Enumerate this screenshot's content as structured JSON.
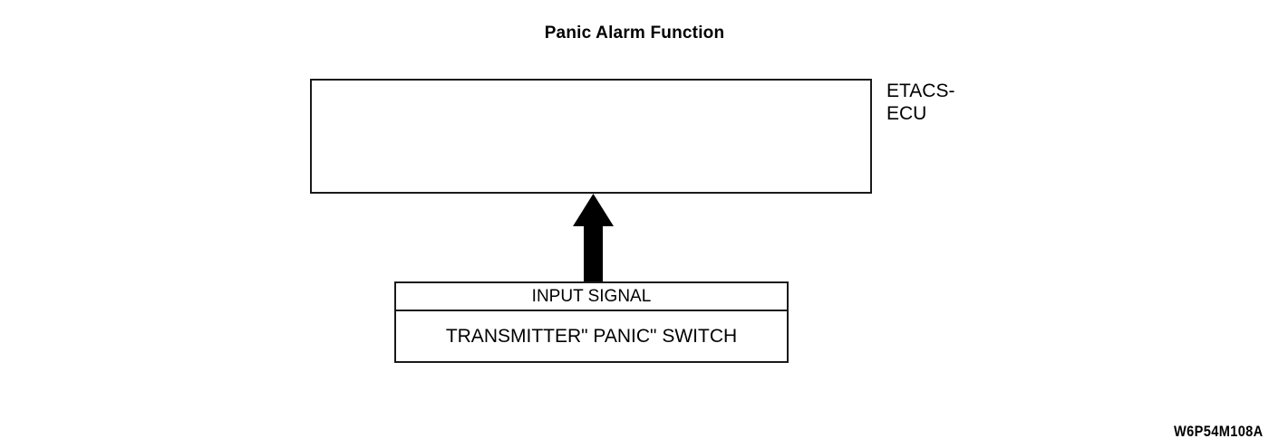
{
  "figure": {
    "title": "Panic Alarm Function",
    "reference_code": "W6P54M108A",
    "background_color": "#ffffff",
    "line_color": "#1a1a1a"
  },
  "blocks": {
    "ecu": {
      "external_label": "ETACS-\nECU",
      "label_line_1": "ETACS-",
      "label_line_2": "ECU",
      "body_text": ""
    },
    "input_signal": {
      "header": "INPUT SIGNAL",
      "item": "TRANSMITTER\" PANIC\" SWITCH"
    }
  },
  "connectors": [
    {
      "name": "input-signal-to-ecu-arrow",
      "direction": "up",
      "from": "input_signal",
      "to": "ecu",
      "style": "solid-filled",
      "color": "#000000"
    }
  ]
}
